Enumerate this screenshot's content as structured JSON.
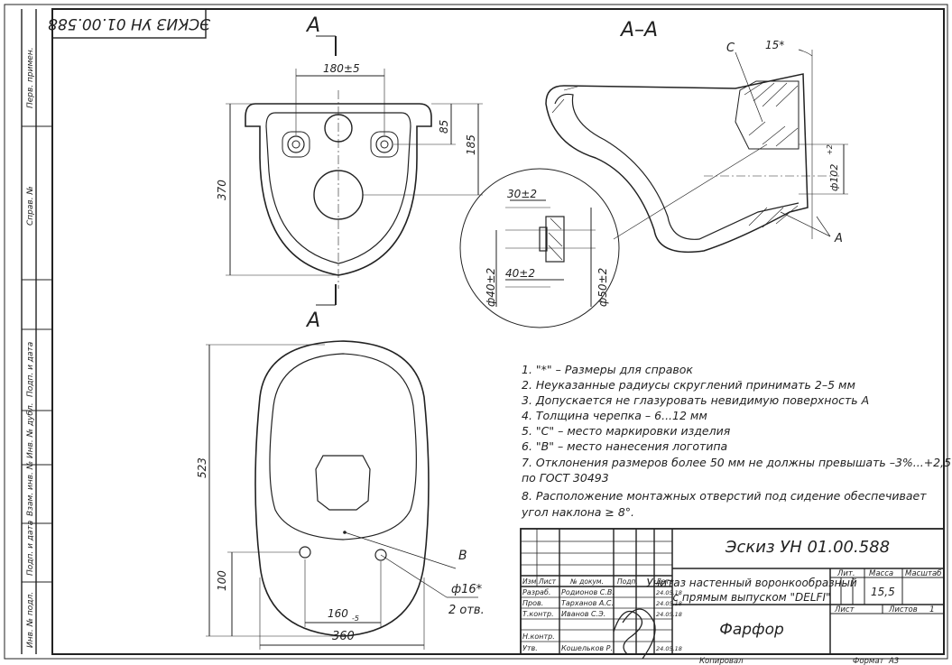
{
  "code_stamp": "ЭСКИЗ УН 01.00.588",
  "section_mark": "А",
  "section_title": "А–А",
  "side_labels": [
    "Перв. примен.",
    "Справ. №",
    "Подп. и дата",
    "Инв. № дубл.",
    "Взам. инв. №",
    "Подп. и дата",
    "Инв. № подл."
  ],
  "dims": {
    "top_width": "180±5",
    "top_h1": "85",
    "top_h2": "185",
    "top_total": "370",
    "plan_height": "523",
    "plan_hole_h": "100",
    "plan_hole_spacing": "160",
    "plan_hole_spacing_tol": "-5",
    "plan_width": "360",
    "hole_dia": "ф16*",
    "hole_count": "2 отв.",
    "mark_b": "B",
    "sec_c": "C",
    "sec_angle": "15*",
    "sec_dia": "ф102",
    "sec_dia_tol": "+2",
    "sec_a": "А",
    "det_30": "30±2",
    "det_40": "40±2",
    "det_d40": "ф40±2",
    "det_d50": "ф50±2"
  },
  "notes": [
    "1. \"*\" – Размеры для справок",
    "2. Неуказанные радиусы скруглений принимать 2–5 мм",
    "3. Допускается не глазуровать невидимую поверхность А",
    "4. Толщина черепка – 6...12 мм",
    "5. \"С\" – место маркировки изделия",
    "6. \"В\" – место нанесения логотипа",
    "7. Отклонения размеров более 50 мм не должны превышать –3%...+2,5%",
    "по ГОСТ 30493",
    "8. Расположение монтажных отверстий под сидение обеспечивает",
    "угол наклона ≥ 8°."
  ],
  "title_block": {
    "doc_code": "Эскиз УН 01.00.588",
    "name_line1": "Унитаз настенный воронкообразный",
    "name_line2": "с прямым выпуском \"DELFI\"",
    "material": "Фарфор",
    "lit": "Лит.",
    "mass": "Масса",
    "scale": "Масштаб",
    "mass_value": "15,5",
    "sheet": "Лист",
    "sheets": "Листов",
    "sheets_value": "1",
    "copied": "Копировал",
    "format": "Формат",
    "format_value": "А3",
    "col_headers": [
      "Изм.",
      "Лист",
      "№ докум.",
      "Подп.",
      "Дата"
    ],
    "roles": [
      "Разраб.",
      "Пров.",
      "Т.контр.",
      "",
      "Н.контр.",
      "Утв."
    ],
    "names": [
      "Родионов С.В.",
      "Тарханов А.С.",
      "Иванов С.Э.",
      "",
      "",
      "Кошельков Р."
    ],
    "dates": [
      "24.05.18",
      "24.05.18",
      "24.05.18",
      "",
      "",
      "24.05.18"
    ]
  }
}
